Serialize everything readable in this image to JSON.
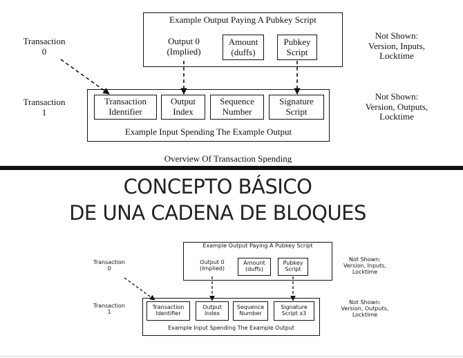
{
  "colors": {
    "ink": "#111111",
    "divider": "#111111",
    "background": "#ffffff"
  },
  "top_diagram": {
    "output_box_title": "Example Output Paying A Pubkey Script",
    "output_fields": {
      "output0": "Output 0\n(Implied)",
      "amount": "Amount\n(duffs)",
      "pubkey": "Pubkey\nScript"
    },
    "tx0_label": "Transaction\n0",
    "tx1_label": "Transaction\n1",
    "input_fields": {
      "txid": "Transaction\nIdentifier",
      "output_index": "Output\nIndex",
      "sequence": "Sequence\nNumber",
      "signature": "Signature\nScript"
    },
    "input_box_title": "Example Input Spending The Example Output",
    "not_shown_tx0": "Not Shown:\nVersion, Inputs,\nLocktime",
    "not_shown_tx1": "Not Shown:\nVersion, Outputs,\nLocktime",
    "caption": "Overview Of Transaction Spending"
  },
  "heading": {
    "line1": "CONCEPTO BÁSICO",
    "line2": "DE UNA CADENA DE BLOQUES"
  },
  "bottom_diagram": {
    "output_box_title": "Example Output Paying A Pubkey Script",
    "output_fields": {
      "output0": "Output 0\n(Implied)",
      "amount": "Amount\n(duffs)",
      "pubkey": "Pubkey\nScript"
    },
    "tx0_label": "Transaction\n0",
    "tx1_label": "Transaction\n1",
    "input_fields": {
      "txid": "Transaction\nIdentifier",
      "output_index": "Output\nIndex",
      "sequence": "Sequence\nNumber",
      "signature": "Signature\nScript x3"
    },
    "input_box_title": "Example Input Spending The Example Output",
    "not_shown_tx0": "Not Shown:\nVersion, Inputs,\nLocktime",
    "not_shown_tx1": "Not Shown:\nVersion, Outputs,\nLocktime"
  }
}
